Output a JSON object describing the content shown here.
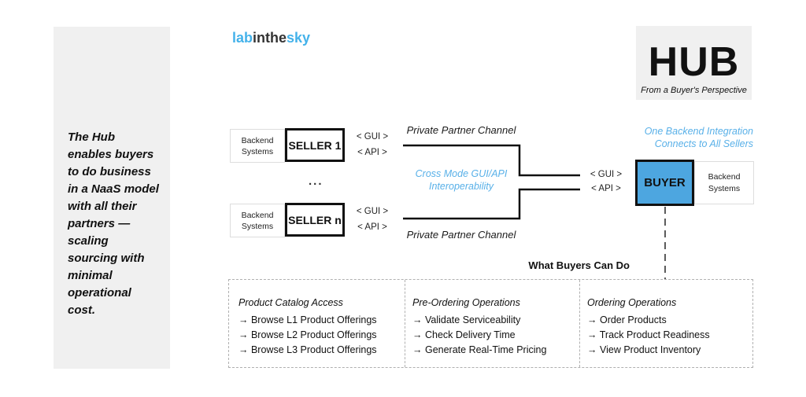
{
  "colors": {
    "accent_blue": "#4da6e0",
    "blue_text": "#58b0e8",
    "logo_blue": "#44b2ea",
    "panel_gray": "#f0f0f0",
    "line_black": "#111111"
  },
  "sidebar": {
    "text": "The Hub enables buyers to do business in a NaaS model with all their partners — scaling sourcing with minimal operational cost."
  },
  "logo": {
    "lab": "lab",
    "inthe": "inthe",
    "sky": "sky"
  },
  "hub": {
    "title": "HUB",
    "subtitle": "From a Buyer's Perspective"
  },
  "sellers": {
    "row1": {
      "backend_line1": "Backend",
      "backend_line2": "Systems",
      "name": "SELLER 1",
      "gui_label": "< GUI >",
      "api_label": "< API >"
    },
    "ellipsis": "...",
    "rown": {
      "backend_line1": "Backend",
      "backend_line2": "Systems",
      "name": "SELLER n",
      "gui_label": "< GUI >",
      "api_label": "< API >"
    }
  },
  "channels": {
    "top_label": "Private Partner Channel",
    "cross_mode_line1": "Cross Mode GUI/API",
    "cross_mode_line2": "Interoperability",
    "bottom_label": "Private Partner Channel"
  },
  "buyer": {
    "gui_label": "< GUI >",
    "api_label": "< API >",
    "name": "BUYER",
    "backend_line1": "Backend",
    "backend_line2": "Systems",
    "note_line1": "One Backend Integration",
    "note_line2": "Connects to All Sellers"
  },
  "capabilities": {
    "title": "What Buyers Can Do",
    "columns": [
      {
        "heading": "Product Catalog Access",
        "items": [
          "→ Browse L1 Product Offerings",
          "→ Browse L2 Product Offerings",
          "→ Browse L3 Product Offerings"
        ]
      },
      {
        "heading": "Pre-Ordering Operations",
        "items": [
          "→ Validate Serviceability",
          "→ Check Delivery Time",
          "→ Generate Real-Time Pricing"
        ]
      },
      {
        "heading": "Ordering Operations",
        "items": [
          "→ Order Products",
          "→ Track Product Readiness",
          "→ View Product Inventory"
        ]
      }
    ]
  }
}
